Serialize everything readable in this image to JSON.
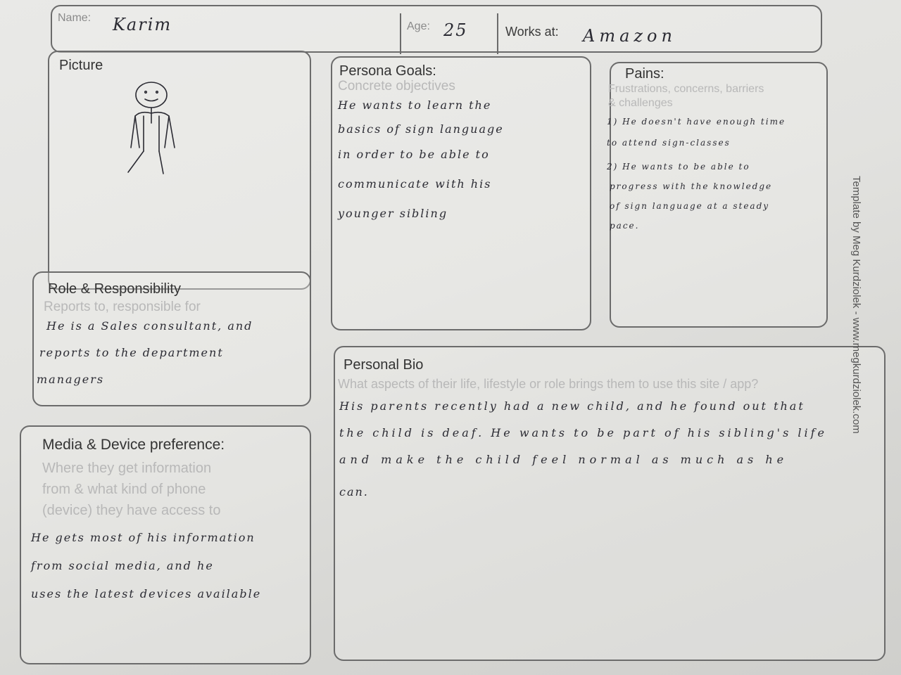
{
  "header": {
    "name_label": "Name:",
    "name_value": "Karim",
    "age_label": "Age:",
    "age_value": "25",
    "works_label": "Works at:",
    "works_value": "Amazon"
  },
  "picture": {
    "heading": "Picture"
  },
  "role": {
    "heading": "Role & Responsibility",
    "hint": "Reports to, responsible for",
    "lines": [
      "He is a Sales consultant, and",
      "reports to the department",
      "managers"
    ]
  },
  "media": {
    "heading": "Media & Device preference:",
    "hint_lines": [
      "Where they get information",
      "from & what kind of phone",
      "(device) they have access to"
    ],
    "lines": [
      "He gets most of his information",
      "from social media, and he",
      "uses the latest devices available"
    ]
  },
  "goals": {
    "heading": "Persona Goals:",
    "hint": "Concrete objectives",
    "lines": [
      "He wants to learn the",
      "basics of sign language",
      "in order to be able to",
      "communicate with his",
      "younger sibling"
    ]
  },
  "pains": {
    "heading": "Pains:",
    "hint_lines": [
      "Frustrations, concerns, barriers",
      "& challenges"
    ],
    "lines": [
      "1) He doesn't have enough time",
      "to attend sign-classes",
      "2) He wants to be able to",
      "progress with the knowledge",
      "of sign language at a steady",
      "pace."
    ]
  },
  "bio": {
    "heading": "Personal Bio",
    "hint": "What aspects of their life, lifestyle or role brings them to use this site / app?",
    "lines": [
      "His parents recently had a new child, and he found out that",
      "the child is deaf. He wants to be part of his sibling's life",
      "and make the child feel normal as much as he",
      "can."
    ]
  },
  "credit": "Template by Meg Kurdziolek - www.megkurdziolek.com"
}
